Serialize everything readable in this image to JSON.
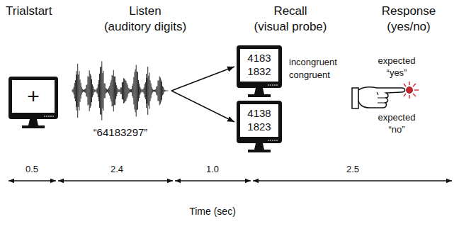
{
  "diagram": {
    "nodes": [
      {
        "text": [
          "+"
        ]
      },
      {
        "text": [
          "“64183297”"
        ]
      },
      {
        "text": [
          "4183",
          "1832"
        ]
      },
      {
        "text": [
          "4138",
          "1823"
        ]
      }
    ],
    "edges": [
      {
        "from": 1,
        "to": 2,
        "arrow": "to"
      },
      {
        "from": 1,
        "to": 3,
        "arrow": "to"
      }
    ],
    "labels": [
      "Trialstart",
      "Listen",
      "(auditory digits)",
      "Recall",
      "(visual probe)",
      "Response",
      "(yes/no)",
      "incongruent",
      "congruent",
      "expected",
      "“yes”",
      "expected",
      "“no”",
      "0.5",
      "2.4",
      "1.0",
      "2.5",
      "Time (sec)"
    ]
  }
}
